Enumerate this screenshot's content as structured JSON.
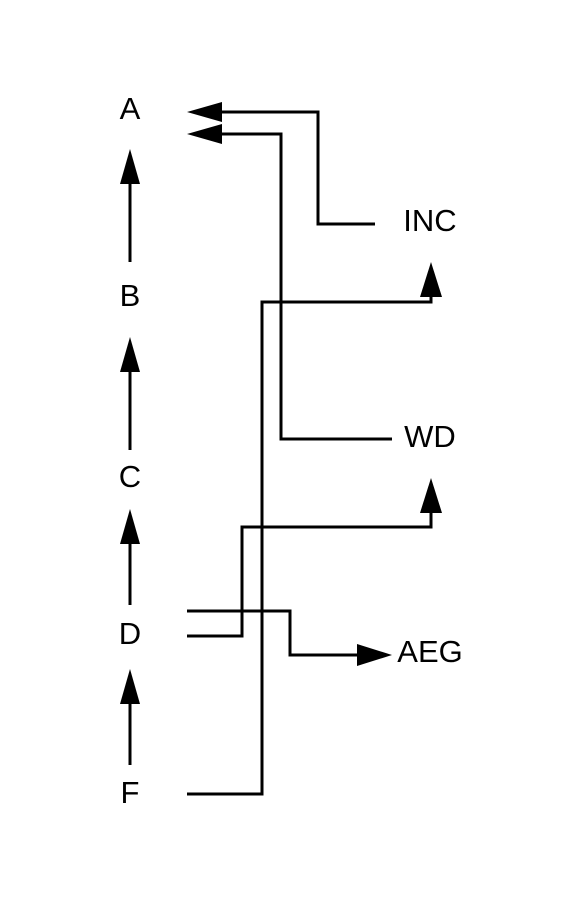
{
  "nodes": {
    "a": "A",
    "b": "B",
    "c": "C",
    "d": "D",
    "f": "F",
    "inc": "INC",
    "wd": "WD",
    "aeg": "AEG"
  },
  "edges": [
    {
      "from": "B",
      "to": "A"
    },
    {
      "from": "C",
      "to": "B"
    },
    {
      "from": "D",
      "to": "C"
    },
    {
      "from": "F",
      "to": "D"
    },
    {
      "from": "INC",
      "to": "A"
    },
    {
      "from": "WD",
      "to": "A"
    },
    {
      "from": "F",
      "to": "INC"
    },
    {
      "from": "D",
      "to": "WD"
    },
    {
      "from": "D",
      "to": "AEG"
    }
  ],
  "colors": {
    "stroke": "#000000",
    "background": "#ffffff"
  }
}
